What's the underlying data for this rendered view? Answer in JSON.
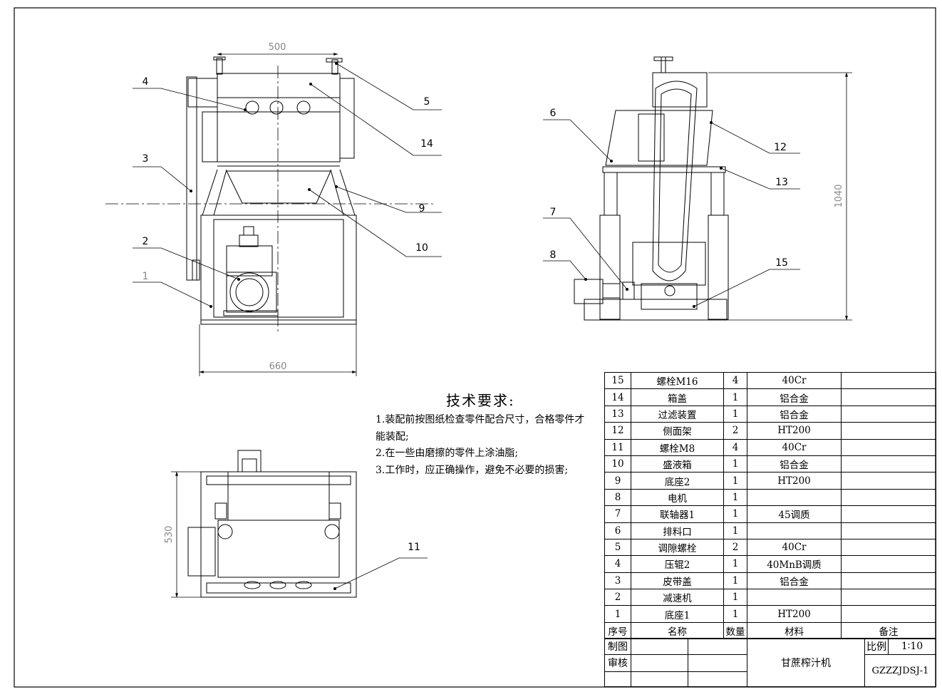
{
  "dimensions": {
    "top_width": "500",
    "bottom_width": "660",
    "height": "1040",
    "plan_depth": "530"
  },
  "callouts": [
    "1",
    "2",
    "3",
    "4",
    "5",
    "6",
    "7",
    "8",
    "9",
    "10",
    "11",
    "12",
    "13",
    "14",
    "15"
  ],
  "tech_requirements": {
    "title": "技术要求:",
    "notes": [
      "1.装配前按图纸检查零件配合尺寸，合格零件才能装配;",
      "2.在一些由磨擦的零件上涂油脂;",
      "3.工作时，应正确操作，避免不必要的损害;"
    ]
  },
  "bom": {
    "headers": [
      "序号",
      "名称",
      "数量",
      "材料",
      "备注"
    ],
    "rows": [
      [
        "15",
        "螺栓M16",
        "4",
        "40Cr",
        ""
      ],
      [
        "14",
        "箱盖",
        "1",
        "铝合金",
        ""
      ],
      [
        "13",
        "过滤装置",
        "1",
        "铝合金",
        ""
      ],
      [
        "12",
        "侧面架",
        "2",
        "HT200",
        ""
      ],
      [
        "11",
        "螺栓M8",
        "4",
        "40Cr",
        ""
      ],
      [
        "10",
        "盛液箱",
        "1",
        "铝合金",
        ""
      ],
      [
        "9",
        "底座2",
        "1",
        "HT200",
        ""
      ],
      [
        "8",
        "电机",
        "1",
        "",
        ""
      ],
      [
        "7",
        "联轴器1",
        "1",
        "45调质",
        ""
      ],
      [
        "6",
        "排料口",
        "1",
        "",
        ""
      ],
      [
        "5",
        "调隙螺栓",
        "2",
        "40Cr",
        ""
      ],
      [
        "4",
        "压辊2",
        "1",
        "40MnB调质",
        ""
      ],
      [
        "3",
        "皮带盖",
        "1",
        "铝合金",
        ""
      ],
      [
        "2",
        "减速机",
        "1",
        "",
        ""
      ],
      [
        "1",
        "底座1",
        "1",
        "HT200",
        ""
      ]
    ]
  },
  "title_block": {
    "drawn_label": "制图",
    "checked_label": "审核",
    "product_name": "甘蔗榨汁机",
    "scale_label": "比例",
    "scale_value": "1∶10",
    "drawing_number": "GZZZJDSJ-1"
  }
}
